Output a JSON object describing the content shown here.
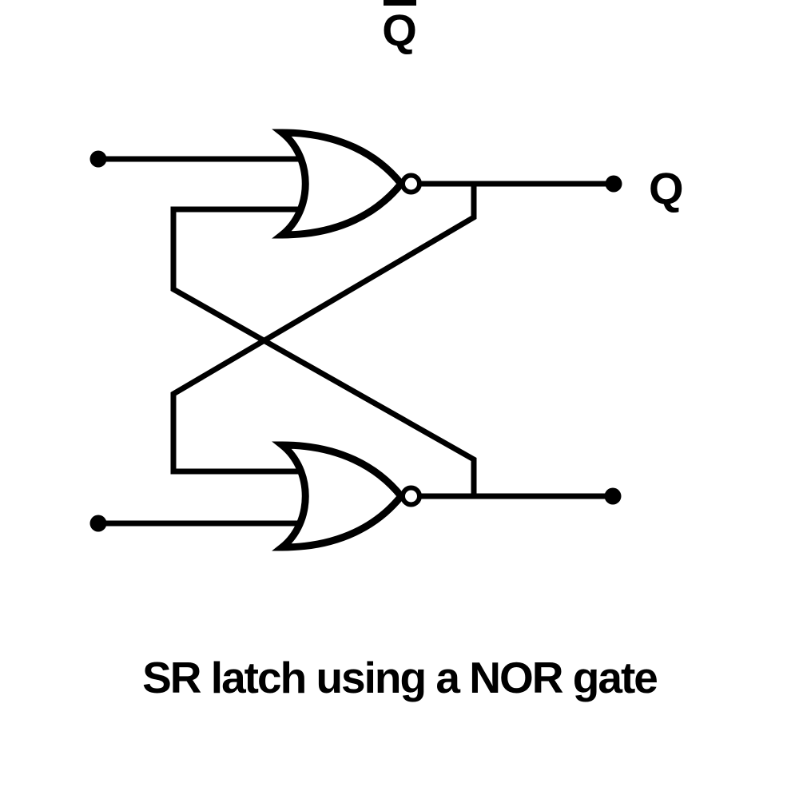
{
  "caption": {
    "text": "SR latch using a NOR gate"
  },
  "labels": {
    "q": "Q",
    "q_bar": "Q",
    "q_bar_display": "Q̄"
  },
  "colors": {
    "line": "#000000",
    "background": "#ffffff"
  },
  "diagram": {
    "type": "logic-circuit",
    "circuit": "SR latch",
    "gates": [
      {
        "id": "top-nor-gate",
        "type": "NOR",
        "output": "Q"
      },
      {
        "id": "bottom-nor-gate",
        "type": "NOR",
        "output": "Q̄"
      }
    ],
    "inputs": [
      {
        "id": "top-input",
        "label": ""
      },
      {
        "id": "bottom-input",
        "label": ""
      }
    ],
    "feedback": "cross-coupled outputs to opposite gate inputs"
  }
}
